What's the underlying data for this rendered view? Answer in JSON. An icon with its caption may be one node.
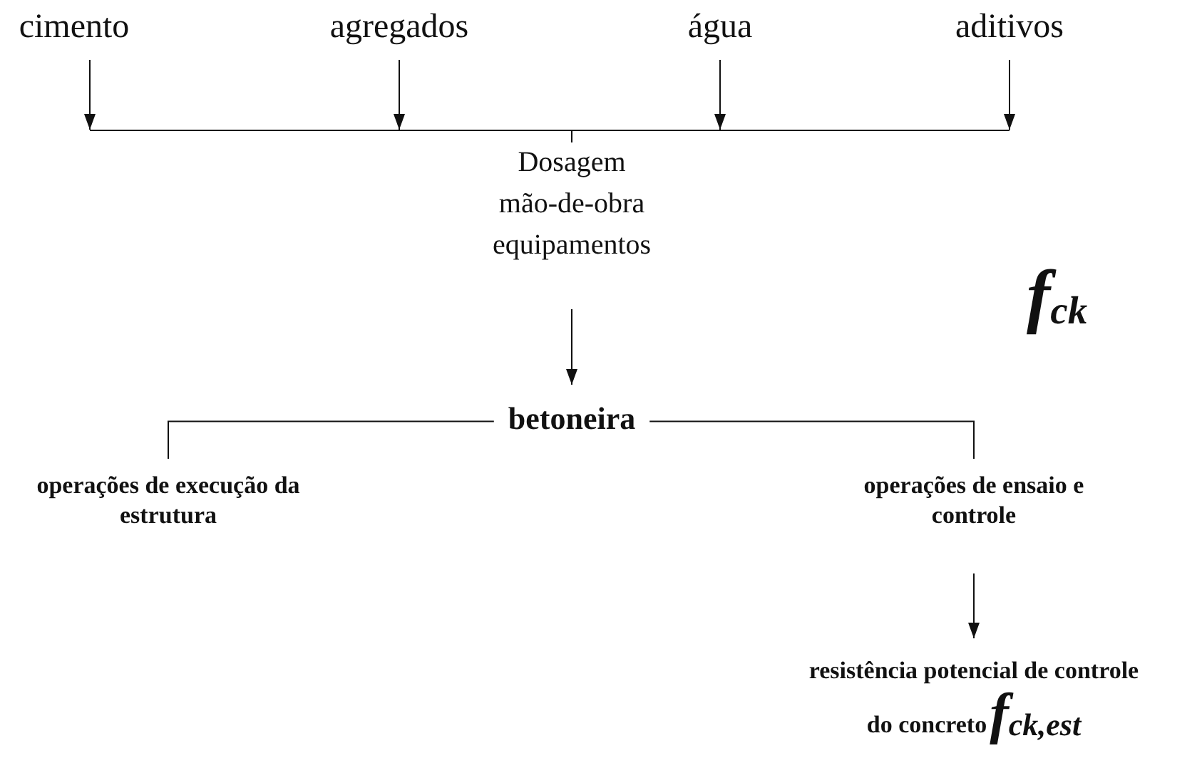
{
  "diagram": {
    "nodes": [
      {
        "text": [
          "cimento"
        ]
      },
      {
        "text": [
          "agregados"
        ]
      },
      {
        "text": [
          "água"
        ]
      },
      {
        "text": [
          "aditivos"
        ]
      },
      {
        "text": [],
        "shape": "bar"
      },
      {
        "text": [
          "Dosagem mão-de-obra equipamentos"
        ]
      },
      {
        "text": [
          "betoneira"
        ]
      },
      {
        "text": [
          "operações de execução da estrutura"
        ]
      },
      {
        "text": [
          "operações de ensaio e controle"
        ]
      },
      {
        "text": [
          "resistência potencial de controle do concreto",
          "f$_{ck,est}$"
        ]
      }
    ],
    "edges": [
      {
        "from": 0,
        "to": 4,
        "arrow": "to"
      },
      {
        "from": 1,
        "to": 4,
        "arrow": "to"
      },
      {
        "from": 2,
        "to": 4,
        "arrow": "to"
      },
      {
        "from": 3,
        "to": 4,
        "arrow": "to"
      },
      {
        "from": 4,
        "to": 5,
        "arrow": "none"
      },
      {
        "from": 5,
        "to": 6,
        "arrow": "to"
      },
      {
        "from": 6,
        "to": 7,
        "arrow": "none"
      },
      {
        "from": 6,
        "to": 8,
        "arrow": "none"
      },
      {
        "from": 8,
        "to": 9,
        "arrow": "to"
      }
    ],
    "labels": [
      "f$_{ck}$"
    ]
  }
}
